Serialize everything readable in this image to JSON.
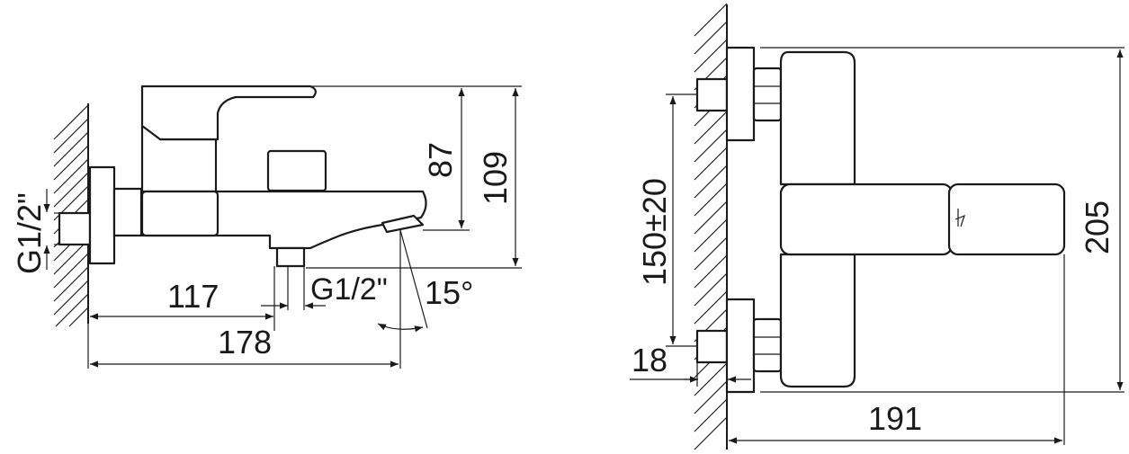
{
  "labels": {
    "side_thread_wall": "G1/2\"",
    "side_dim_117": "117",
    "side_dim_178": "178",
    "side_thread_outlet": "G1/2\"",
    "side_angle": "15°",
    "side_dim_87": "87",
    "side_dim_109": "109",
    "front_dim_150": "150±20",
    "front_dim_18": "18",
    "front_dim_205": "205",
    "front_dim_191": "191"
  }
}
